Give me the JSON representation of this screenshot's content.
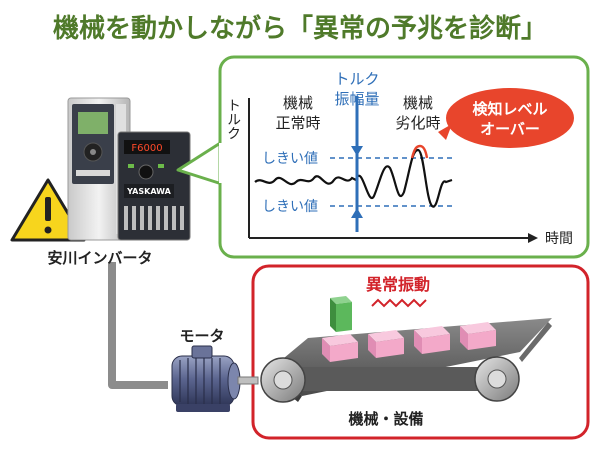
{
  "title": "機械を動かしながら「異常の予兆を診断」",
  "inverter_label": "安川インバータ",
  "inverter_brand": "YASKAWA",
  "inverter_display": "F6000",
  "motor_label": "モータ",
  "machine_label": "機械・設備",
  "abnormal_vibration_label": "異常振動",
  "chart": {
    "y_axis_label": "トルク",
    "x_axis_label": "時間",
    "normal_label_line1": "機械",
    "normal_label_line2": "正常時",
    "degraded_label_line1": "機械",
    "degraded_label_line2": "劣化時",
    "amplitude_label_line1": "トルク",
    "amplitude_label_line2": "振幅量",
    "threshold_upper_label": "しきい値",
    "threshold_lower_label": "しきい値",
    "alert_line1": "検知レベル",
    "alert_line2": "オーバー"
  },
  "colors": {
    "title": "#4f7a2a",
    "green_frame": "#6ab04c",
    "red_frame": "#d2232a",
    "alert_fill": "#e8452c",
    "threshold_blue": "#2f6fb8",
    "pink_block": "#f3a9c9",
    "green_block": "#5cb85c",
    "warning_yellow": "#f7d51d"
  },
  "icons": {
    "warning": "warning-triangle-icon",
    "inverter": "inverter-device-icon",
    "motor": "motor-icon",
    "conveyor": "conveyor-belt-icon"
  }
}
